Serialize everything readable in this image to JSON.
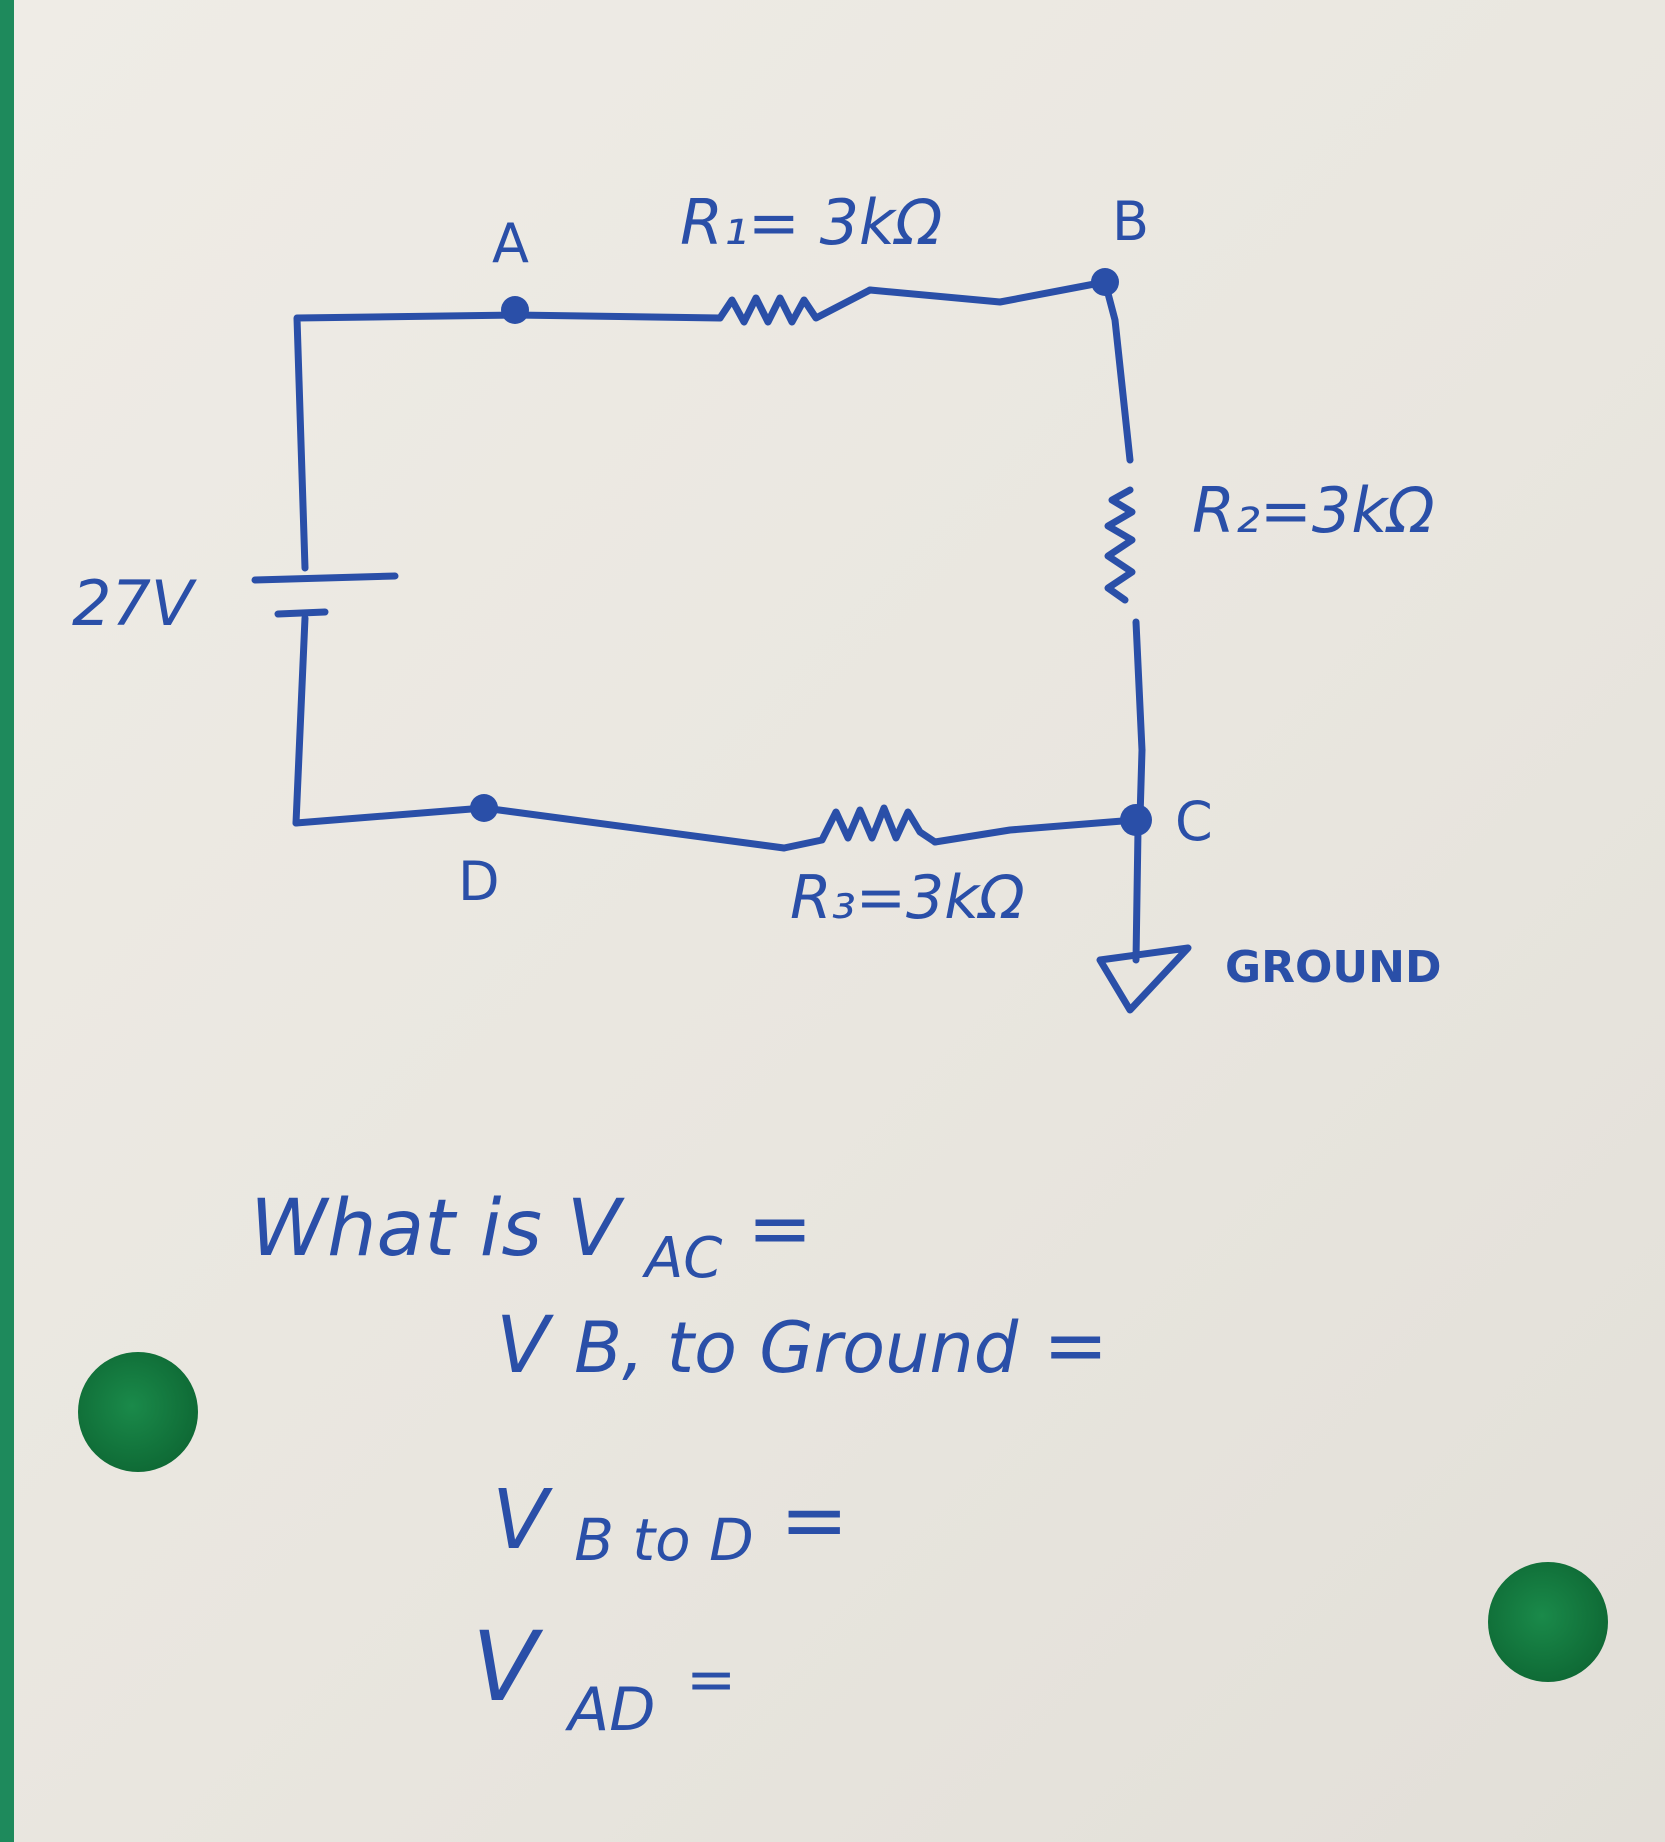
{
  "colors": {
    "ink": "#2a4fa8",
    "paper": "#ebe8e1",
    "background": "#1e8a5c"
  },
  "circuit": {
    "source": {
      "label": "27V"
    },
    "nodes": {
      "a": "A",
      "b": "B",
      "c": "C",
      "d": "D"
    },
    "r1": {
      "label": "R₁= 3kΩ"
    },
    "r2": {
      "label": "R₂=3kΩ"
    },
    "r3": {
      "label": "R₃=3kΩ"
    },
    "ground": {
      "label": "GROUND"
    }
  },
  "questions": {
    "q1": "What is V",
    "q1_sub": "AC",
    "q1_end": "=",
    "q2": "V",
    "q2_sub": "B, to Ground",
    "q2_end": "=",
    "q3": "V",
    "q3_sub": "B to D",
    "q3_end": "=",
    "q4": "V",
    "q4_sub": "AD",
    "q4_end": "="
  }
}
